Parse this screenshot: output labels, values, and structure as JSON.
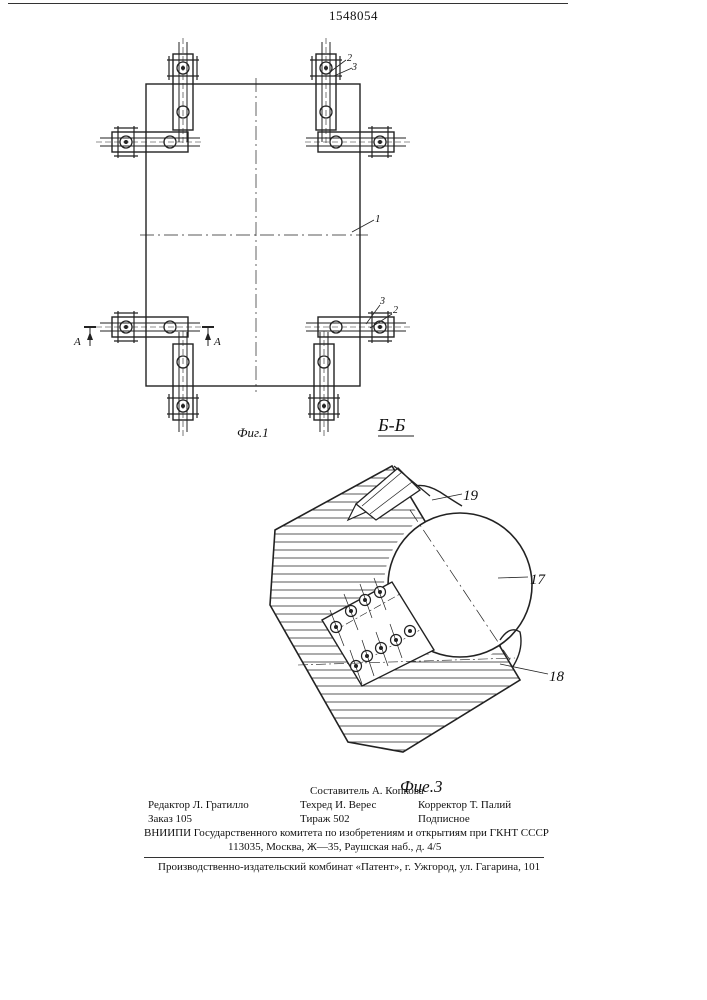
{
  "header": {
    "patent_number": "1548054"
  },
  "figure1": {
    "caption": "Фиг.1",
    "callouts": {
      "body": "1",
      "top_2": "2",
      "top_3": "3",
      "bottom_3": "3",
      "bottom_2": "2"
    },
    "section_marks": [
      "А",
      "А"
    ]
  },
  "figure3": {
    "section_title": "Б-Б",
    "caption": "Фие.3",
    "callouts": {
      "c19": "19",
      "c17": "17",
      "c18": "18"
    }
  },
  "imprint": {
    "compiler": "Составитель А. Копкова",
    "editor": "Редактор Л. Гратилло",
    "techred": "Техред И. Верес",
    "corrector": "Корректор Т. Палий",
    "order": "Заказ 105",
    "circulation": "Тираж 502",
    "subscription": "Подписное",
    "institute": "ВНИИПИ Государственного комитета по изобретениям и открытиям при ГКНТ СССР",
    "address": "113035, Москва, Ж—35, Раушская наб., д. 4/5",
    "publisher": "Производственно-издательский комбинат «Патент», г. Ужгород, ул. Гагарина, 101"
  }
}
